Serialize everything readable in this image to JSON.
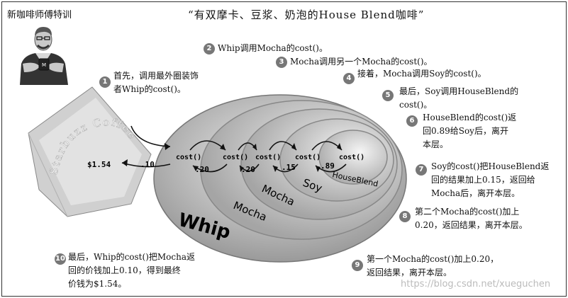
{
  "title": "“有双摩卡、豆浆、奶泡的House Blend咖啡”",
  "brand": "新咖啡师傅特训",
  "napkin_text": "Starbuzz Coffee",
  "layers": {
    "whip": "Whip",
    "mocha_outer": "Mocha",
    "mocha_inner": "Mocha",
    "soy": "Soy",
    "houseblend": "HouseBlend"
  },
  "calls": [
    "cost()",
    "cost()",
    "cost()",
    "cost()",
    "cost()"
  ],
  "prices": {
    "total": "$1.54",
    "whip": ".10",
    "mocha2": ".20",
    "mocha1": ".20",
    "soy": ".15",
    "houseblend": ".89"
  },
  "steps": [
    {
      "n": "1",
      "lines": [
        "首先，调用最外圈装饰",
        "者Whip的cost()。"
      ]
    },
    {
      "n": "2",
      "lines": [
        "Whip调用Mocha的cost()。"
      ]
    },
    {
      "n": "3",
      "lines": [
        "Mocha调用另一个Mocha的cost()。"
      ]
    },
    {
      "n": "4",
      "lines": [
        "接着，Mocha调用Soy的cost()。"
      ]
    },
    {
      "n": "5",
      "lines": [
        "最后，Soy调用HouseBlend的",
        "cost()。"
      ]
    },
    {
      "n": "6",
      "lines": [
        "HouseBlend的cost()返",
        "回0.89给Soy后，离开",
        "本层。"
      ]
    },
    {
      "n": "7",
      "lines": [
        "Soy的cost()把HouseBlend返",
        "回的结果加上0.15，返回给",
        "Mocha后，离开本层。"
      ]
    },
    {
      "n": "8",
      "lines": [
        "第二个Mocha的cost()加上",
        "0.20，返回结果，离开本层。"
      ]
    },
    {
      "n": "9",
      "lines": [
        "第一个Mocha的cost()加上0.20，",
        "返回结果，离开本层。"
      ]
    },
    {
      "n": "10",
      "lines": [
        "最后，Whip的cost()把Mocha返",
        "回的价钱加上0.10，得到最终",
        "价钱为$1.54。"
      ]
    }
  ],
  "watermark": "https://blog.csdn.net/xueguchen"
}
